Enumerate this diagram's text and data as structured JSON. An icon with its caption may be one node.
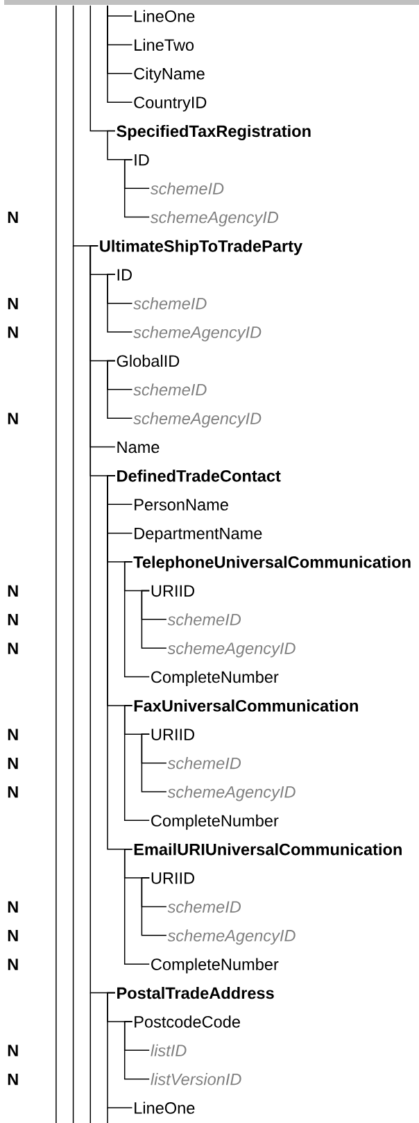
{
  "diagram": {
    "nodes": [
      {
        "text": [
          "LineOne"
        ]
      },
      {
        "text": [
          "LineTwo"
        ]
      },
      {
        "text": [
          "CityName"
        ]
      },
      {
        "text": [
          "CountryID"
        ]
      },
      {
        "text": [
          "SpecifiedTaxRegistration"
        ]
      },
      {
        "text": [
          "ID"
        ]
      },
      {
        "text": [
          "schemeID"
        ]
      },
      {
        "text": [
          "schemeAgencyID"
        ]
      },
      {
        "text": [
          "UltimateShipToTradeParty"
        ]
      },
      {
        "text": [
          "ID"
        ]
      },
      {
        "text": [
          "schemeID"
        ]
      },
      {
        "text": [
          "schemeAgencyID"
        ]
      },
      {
        "text": [
          "GlobalID"
        ]
      },
      {
        "text": [
          "schemeID"
        ]
      },
      {
        "text": [
          "schemeAgencyID"
        ]
      },
      {
        "text": [
          "Name"
        ]
      },
      {
        "text": [
          "DefinedTradeContact"
        ]
      },
      {
        "text": [
          "PersonName"
        ]
      },
      {
        "text": [
          "DepartmentName"
        ]
      },
      {
        "text": [
          "TelephoneUniversalCommunication"
        ]
      },
      {
        "text": [
          "URIID"
        ]
      },
      {
        "text": [
          "schemeID"
        ]
      },
      {
        "text": [
          "schemeAgencyID"
        ]
      },
      {
        "text": [
          "CompleteNumber"
        ]
      },
      {
        "text": [
          "FaxUniversalCommunication"
        ]
      },
      {
        "text": [
          "URIID"
        ]
      },
      {
        "text": [
          "schemeID"
        ]
      },
      {
        "text": [
          "schemeAgencyID"
        ]
      },
      {
        "text": [
          "CompleteNumber"
        ]
      },
      {
        "text": [
          "EmailURIUniversalCommunication"
        ]
      },
      {
        "text": [
          "URIID"
        ]
      },
      {
        "text": [
          "schemeID"
        ]
      },
      {
        "text": [
          "schemeAgencyID"
        ]
      },
      {
        "text": [
          "CompleteNumber"
        ]
      },
      {
        "text": [
          "PostalTradeAddress"
        ]
      },
      {
        "text": [
          "PostcodeCode"
        ]
      },
      {
        "text": [
          "listID"
        ]
      },
      {
        "text": [
          "listVersionID"
        ]
      },
      {
        "text": [
          "LineOne"
        ]
      }
    ],
    "edges": [
      {
        "from": null,
        "to": 0,
        "arrow": "none"
      },
      {
        "from": null,
        "to": 1,
        "arrow": "none"
      },
      {
        "from": null,
        "to": 2,
        "arrow": "none"
      },
      {
        "from": null,
        "to": 3,
        "arrow": "none"
      },
      {
        "from": null,
        "to": 4,
        "arrow": "none"
      },
      {
        "from": 4,
        "to": 5,
        "arrow": "none"
      },
      {
        "from": 5,
        "to": 6,
        "arrow": "none"
      },
      {
        "from": 5,
        "to": 7,
        "arrow": "none"
      },
      {
        "from": null,
        "to": 8,
        "arrow": "none"
      },
      {
        "from": 8,
        "to": 9,
        "arrow": "none"
      },
      {
        "from": 9,
        "to": 10,
        "arrow": "none"
      },
      {
        "from": 9,
        "to": 11,
        "arrow": "none"
      },
      {
        "from": 8,
        "to": 12,
        "arrow": "none"
      },
      {
        "from": 12,
        "to": 13,
        "arrow": "none"
      },
      {
        "from": 12,
        "to": 14,
        "arrow": "none"
      },
      {
        "from": 8,
        "to": 15,
        "arrow": "none"
      },
      {
        "from": 8,
        "to": 16,
        "arrow": "none"
      },
      {
        "from": 16,
        "to": 17,
        "arrow": "none"
      },
      {
        "from": 16,
        "to": 18,
        "arrow": "none"
      },
      {
        "from": 16,
        "to": 19,
        "arrow": "none"
      },
      {
        "from": 19,
        "to": 20,
        "arrow": "none"
      },
      {
        "from": 20,
        "to": 21,
        "arrow": "none"
      },
      {
        "from": 20,
        "to": 22,
        "arrow": "none"
      },
      {
        "from": 19,
        "to": 23,
        "arrow": "none"
      },
      {
        "from": 16,
        "to": 24,
        "arrow": "none"
      },
      {
        "from": 24,
        "to": 25,
        "arrow": "none"
      },
      {
        "from": 25,
        "to": 26,
        "arrow": "none"
      },
      {
        "from": 25,
        "to": 27,
        "arrow": "none"
      },
      {
        "from": 24,
        "to": 28,
        "arrow": "none"
      },
      {
        "from": 16,
        "to": 29,
        "arrow": "none"
      },
      {
        "from": 29,
        "to": 30,
        "arrow": "none"
      },
      {
        "from": 30,
        "to": 31,
        "arrow": "none"
      },
      {
        "from": 30,
        "to": 32,
        "arrow": "none"
      },
      {
        "from": 29,
        "to": 33,
        "arrow": "none"
      },
      {
        "from": 8,
        "to": 34,
        "arrow": "none"
      },
      {
        "from": 34,
        "to": 35,
        "arrow": "none"
      },
      {
        "from": 35,
        "to": 36,
        "arrow": "none"
      },
      {
        "from": 35,
        "to": 37,
        "arrow": "none"
      },
      {
        "from": 34,
        "to": 38,
        "arrow": "none"
      }
    ],
    "labels": [
      "N",
      "N",
      "N",
      "N",
      "N",
      "N",
      "N",
      "N",
      "N",
      "N",
      "N",
      "N",
      "N",
      "N",
      "N"
    ]
  }
}
